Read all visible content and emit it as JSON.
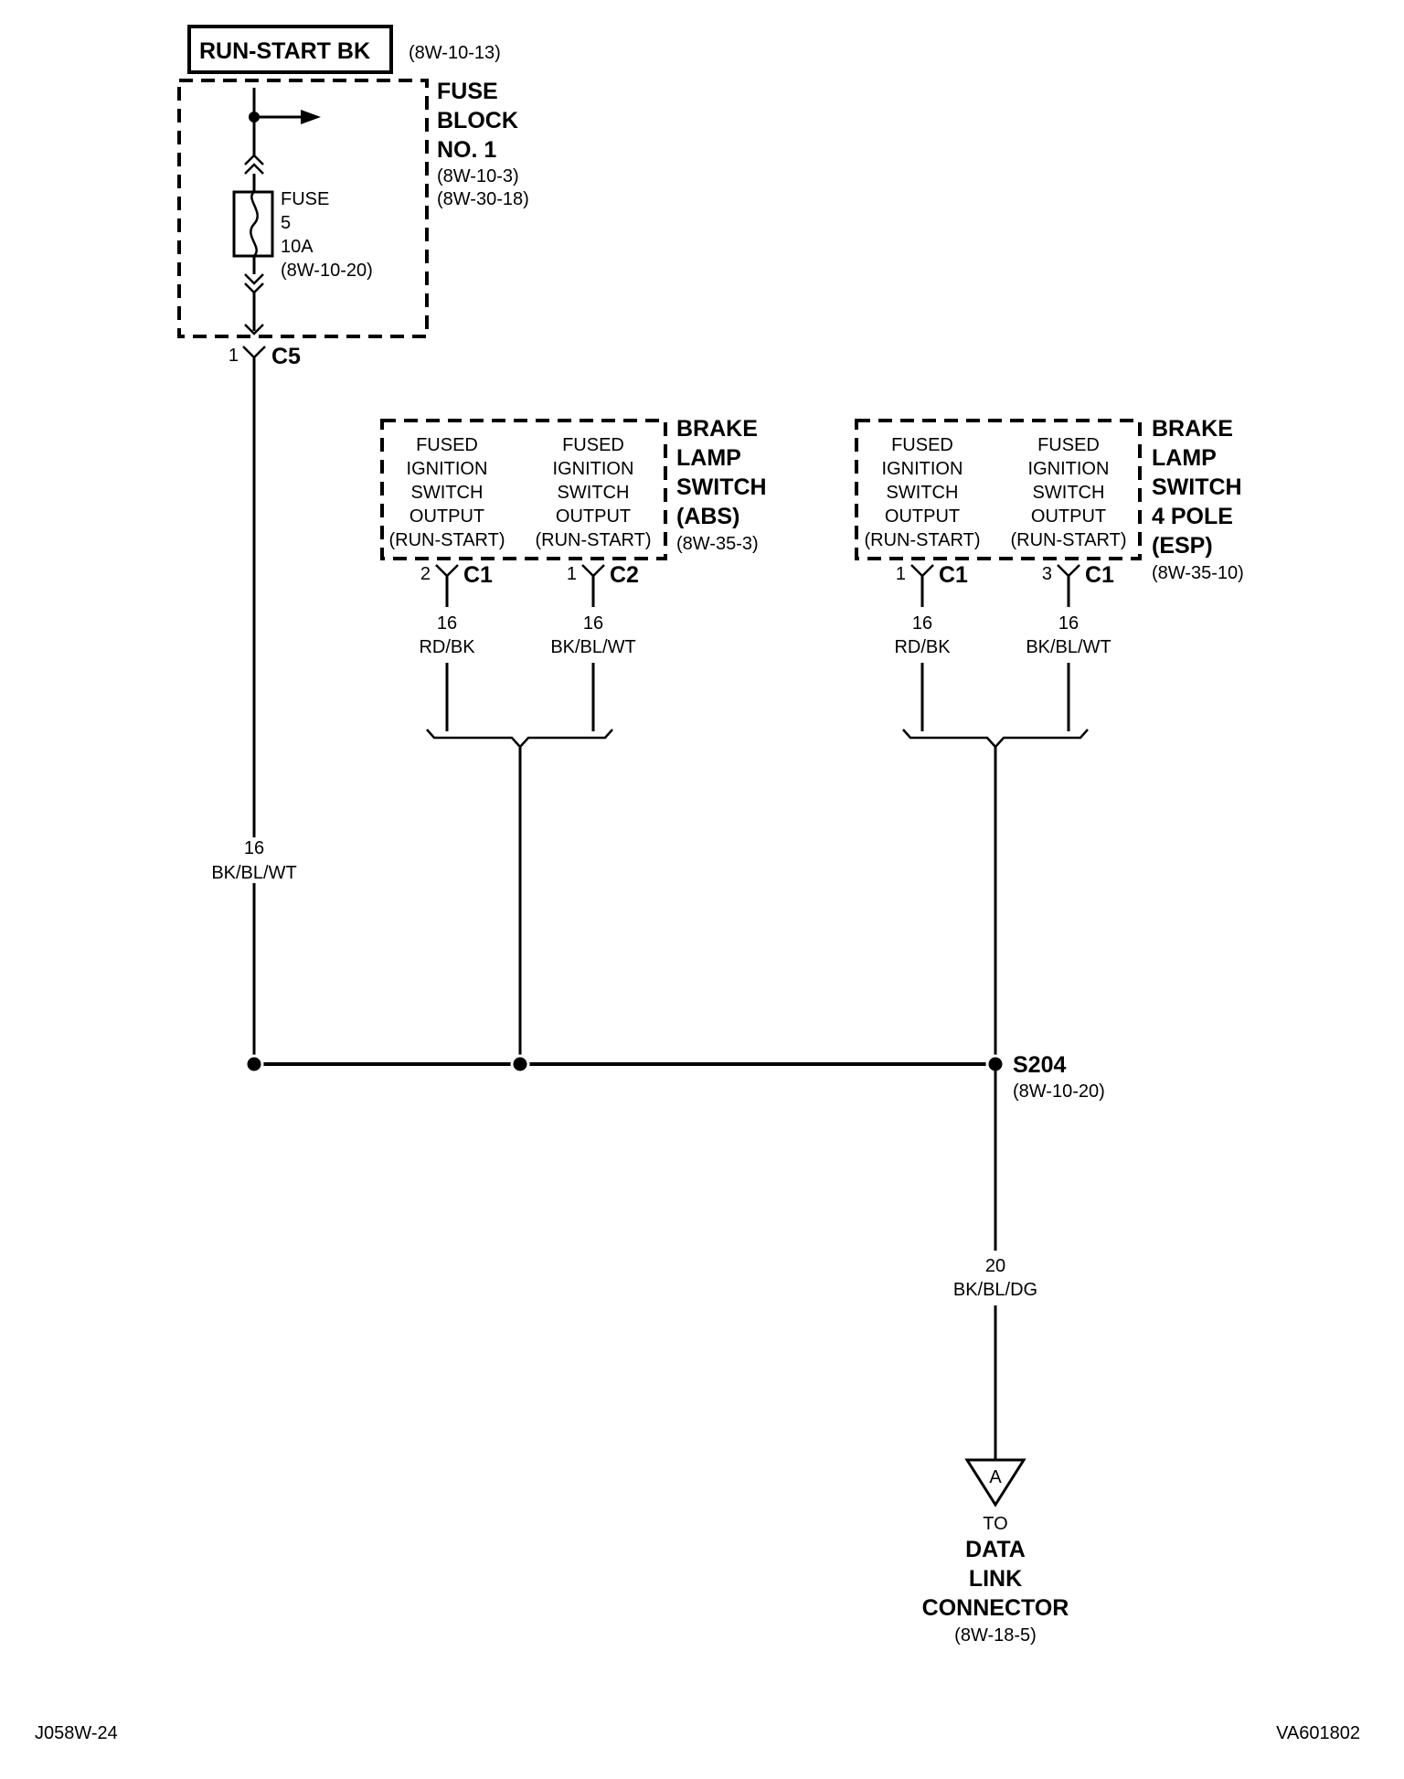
{
  "power_source": {
    "label": "RUN-START BK",
    "ref": "(8W-10-13)"
  },
  "fuse_block": {
    "name_lines": [
      "FUSE",
      "BLOCK",
      "NO. 1"
    ],
    "refs": [
      "(8W-10-3)",
      "(8W-30-18)"
    ],
    "fuse": {
      "lines": [
        "FUSE",
        "5",
        "10A",
        "(8W-10-20)"
      ]
    },
    "connector": {
      "pin": "1",
      "name": "C5"
    }
  },
  "main_wire": {
    "gauge": "16",
    "color": "BK/BL/WT"
  },
  "brake_switch_abs": {
    "name_lines": [
      "BRAKE",
      "LAMP",
      "SWITCH",
      "(ABS)"
    ],
    "ref": "(8W-35-3)",
    "pins": [
      {
        "label_lines": [
          "FUSED",
          "IGNITION",
          "SWITCH",
          "OUTPUT",
          "(RUN-START)"
        ],
        "pin": "2",
        "connector": "C1",
        "gauge": "16",
        "color": "RD/BK"
      },
      {
        "label_lines": [
          "FUSED",
          "IGNITION",
          "SWITCH",
          "OUTPUT",
          "(RUN-START)"
        ],
        "pin": "1",
        "connector": "C2",
        "gauge": "16",
        "color": "BK/BL/WT"
      }
    ]
  },
  "brake_switch_esp": {
    "name_lines": [
      "BRAKE",
      "LAMP",
      "SWITCH",
      "4 POLE",
      "(ESP)"
    ],
    "ref": "(8W-35-10)",
    "pins": [
      {
        "label_lines": [
          "FUSED",
          "IGNITION",
          "SWITCH",
          "OUTPUT",
          "(RUN-START)"
        ],
        "pin": "1",
        "connector": "C1",
        "gauge": "16",
        "color": "RD/BK"
      },
      {
        "label_lines": [
          "FUSED",
          "IGNITION",
          "SWITCH",
          "OUTPUT",
          "(RUN-START)"
        ],
        "pin": "3",
        "connector": "C1",
        "gauge": "16",
        "color": "BK/BL/WT"
      }
    ]
  },
  "splice": {
    "name": "S204",
    "ref": "(8W-10-20)"
  },
  "output_wire": {
    "gauge": "20",
    "color": "BK/BL/DG"
  },
  "destination": {
    "marker": "A",
    "prefix": "TO",
    "name_lines": [
      "DATA",
      "LINK",
      "CONNECTOR"
    ],
    "ref": "(8W-18-5)"
  },
  "footer": {
    "left": "J058W-24",
    "right": "VA601802"
  }
}
